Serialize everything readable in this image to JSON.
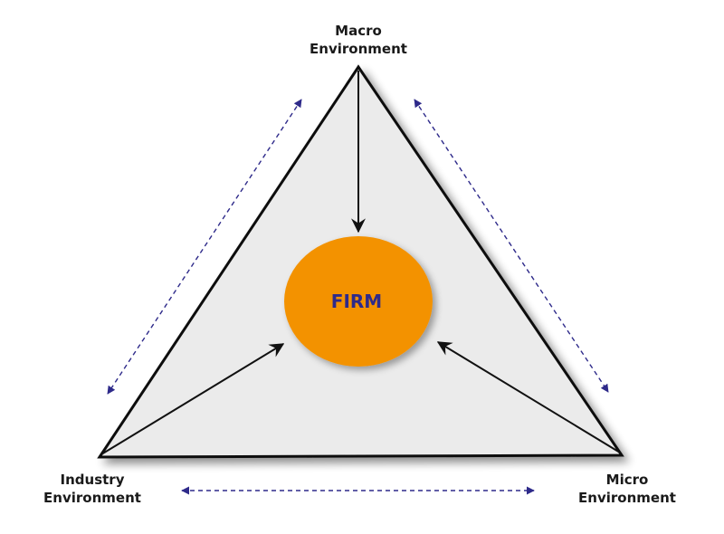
{
  "nodes": {
    "macro": {
      "line1": "Macro",
      "line2": "Environment"
    },
    "industry": {
      "line1": "Industry",
      "line2": "Environment"
    },
    "micro": {
      "line1": "Micro",
      "line2": "Environment"
    },
    "center": {
      "label": "FIRM"
    }
  },
  "colors": {
    "triangle_fill": "#ebebeb",
    "triangle_stroke": "#111111",
    "firm_fill": "#f39200",
    "firm_text": "#2e2a8a",
    "dashed_arrow": "#2e2a8a",
    "solid_arrow": "#111111"
  }
}
